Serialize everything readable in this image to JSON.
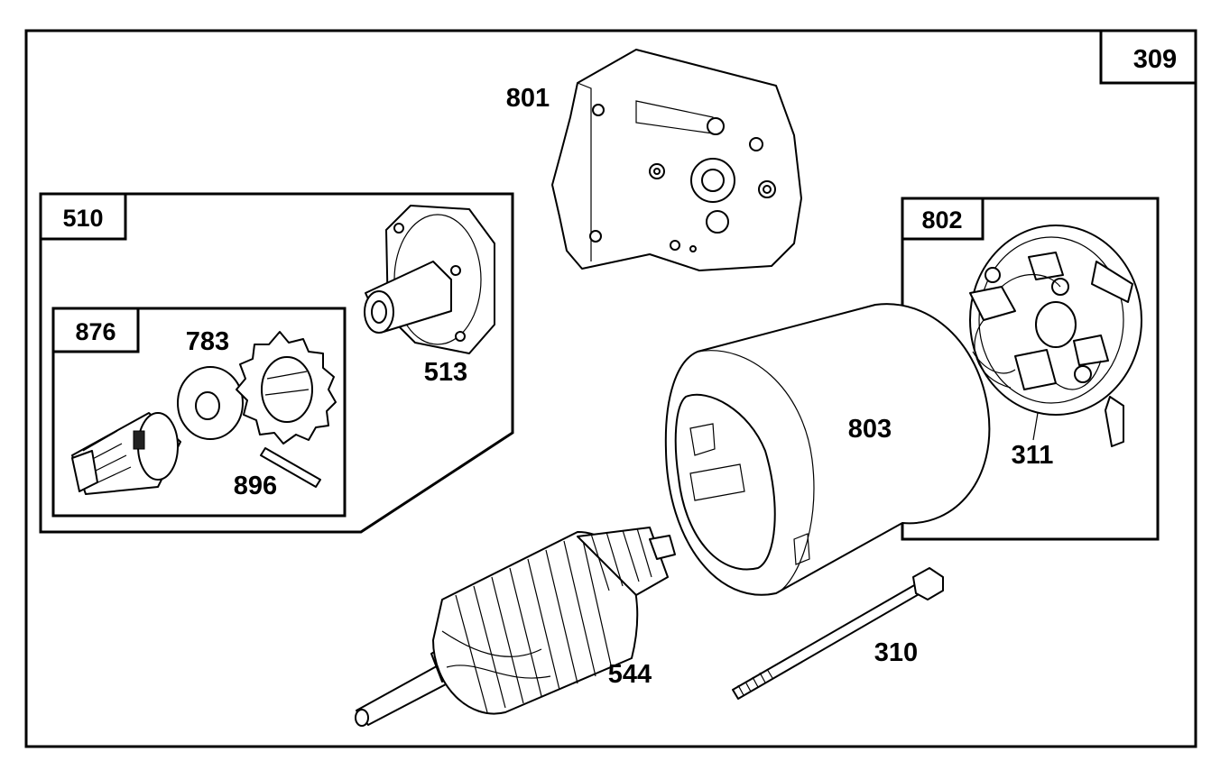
{
  "diagram": {
    "page_number": "309",
    "parts": {
      "mounting_bracket": "801",
      "drive_assembly": "510",
      "drive_end_cap": "513",
      "clutch_kit": "876",
      "clutch": "",
      "gear": "783",
      "washer": "",
      "pin": "896",
      "brush_end_cap": "802",
      "brush_assembly": "311",
      "housing": "803",
      "armature": "544",
      "through_bolt": "310"
    },
    "colors": {
      "line": "#000000",
      "background": "#ffffff"
    }
  }
}
